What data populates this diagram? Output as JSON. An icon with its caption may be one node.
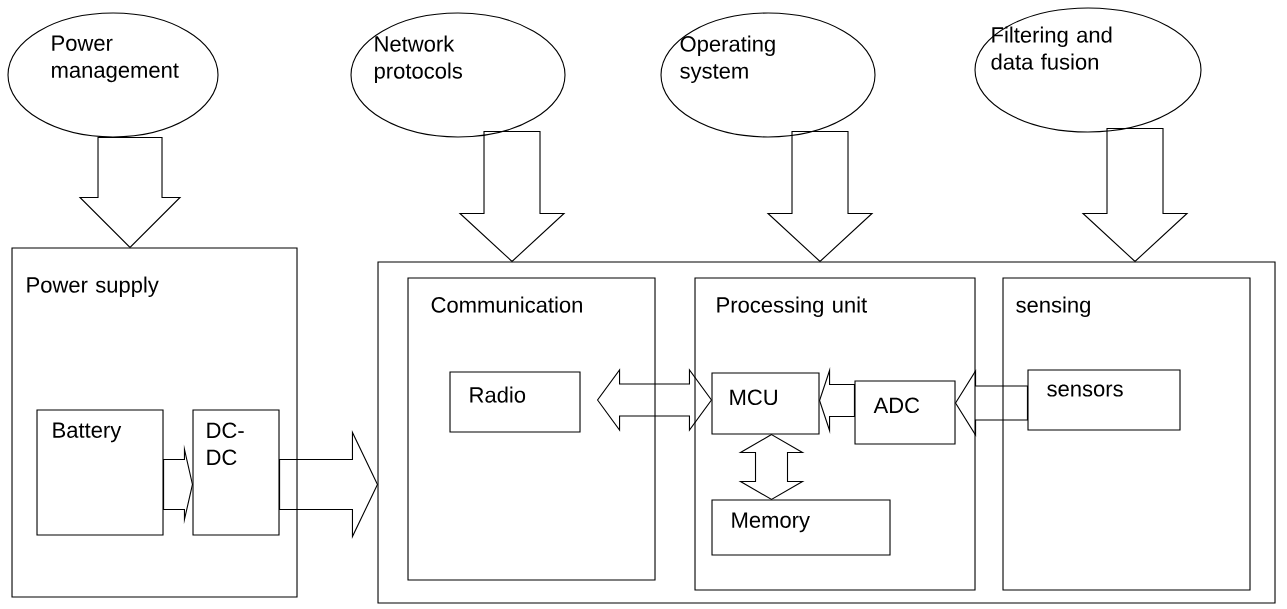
{
  "diagram": {
    "nodes": [
      {
        "text": [
          "Power management"
        ]
      },
      {
        "text": [
          "Network protocols"
        ]
      },
      {
        "text": [
          "Operating system"
        ]
      },
      {
        "text": [
          "Filtering and data fusion"
        ]
      },
      {
        "text": [
          "Power supply"
        ]
      },
      {
        "text": [
          "Battery"
        ],
        "in": 4
      },
      {
        "text": [
          "DC-DC"
        ],
        "in": 4
      },
      {
        "text": [],
        "shape": "box"
      },
      {
        "text": [
          "Communication"
        ],
        "in": 7
      },
      {
        "text": [
          "Radio"
        ],
        "in": 8
      },
      {
        "text": [
          "Processing unit"
        ],
        "in": 7
      },
      {
        "text": [
          "MCU"
        ],
        "in": 10
      },
      {
        "text": [
          "ADC"
        ],
        "in": 10
      },
      {
        "text": [
          "Memory"
        ],
        "in": 10
      },
      {
        "text": [
          "sensing"
        ],
        "in": 7
      },
      {
        "text": [
          "sensors"
        ],
        "in": 14
      }
    ],
    "edges": [
      {
        "from": 0,
        "to": 4,
        "arrow": "to"
      },
      {
        "from": 1,
        "to": 7,
        "arrow": "to"
      },
      {
        "from": 2,
        "to": 7,
        "arrow": "to"
      },
      {
        "from": 3,
        "to": 7,
        "arrow": "to"
      },
      {
        "from": 5,
        "to": 6,
        "arrow": "to"
      },
      {
        "from": 6,
        "to": 7,
        "arrow": "to"
      },
      {
        "from": 9,
        "to": 11,
        "arrow": "both"
      },
      {
        "from": 12,
        "to": 11,
        "arrow": "to"
      },
      {
        "from": 15,
        "to": 12,
        "arrow": "to"
      },
      {
        "from": 11,
        "to": 13,
        "arrow": "both"
      }
    ]
  }
}
